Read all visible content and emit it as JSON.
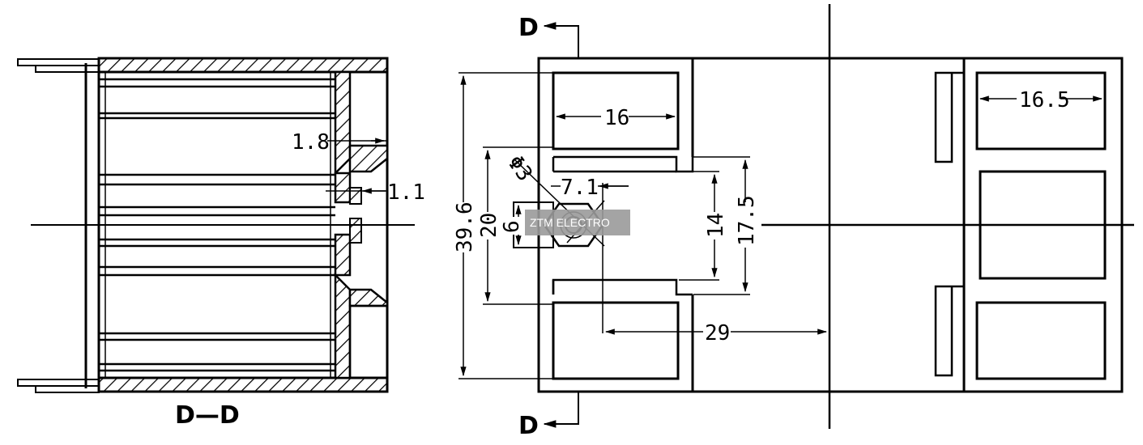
{
  "section": {
    "label": "D—D",
    "marker": "D"
  },
  "dimensions": {
    "d1_8": "1.8",
    "d1_1": "1.1",
    "d16": "16",
    "d16_5": "16.5",
    "d39_6": "39.6",
    "d20": "20",
    "d6": "6",
    "phi3": "Φ3",
    "d7_1": "7.1",
    "d14": "14",
    "d17_5": "17.5",
    "d29": "29"
  },
  "watermark": "ZTM ELECTRO",
  "colors": {
    "line": "#000000",
    "background": "#ffffff",
    "watermark_bg": "#9a9a9a"
  }
}
